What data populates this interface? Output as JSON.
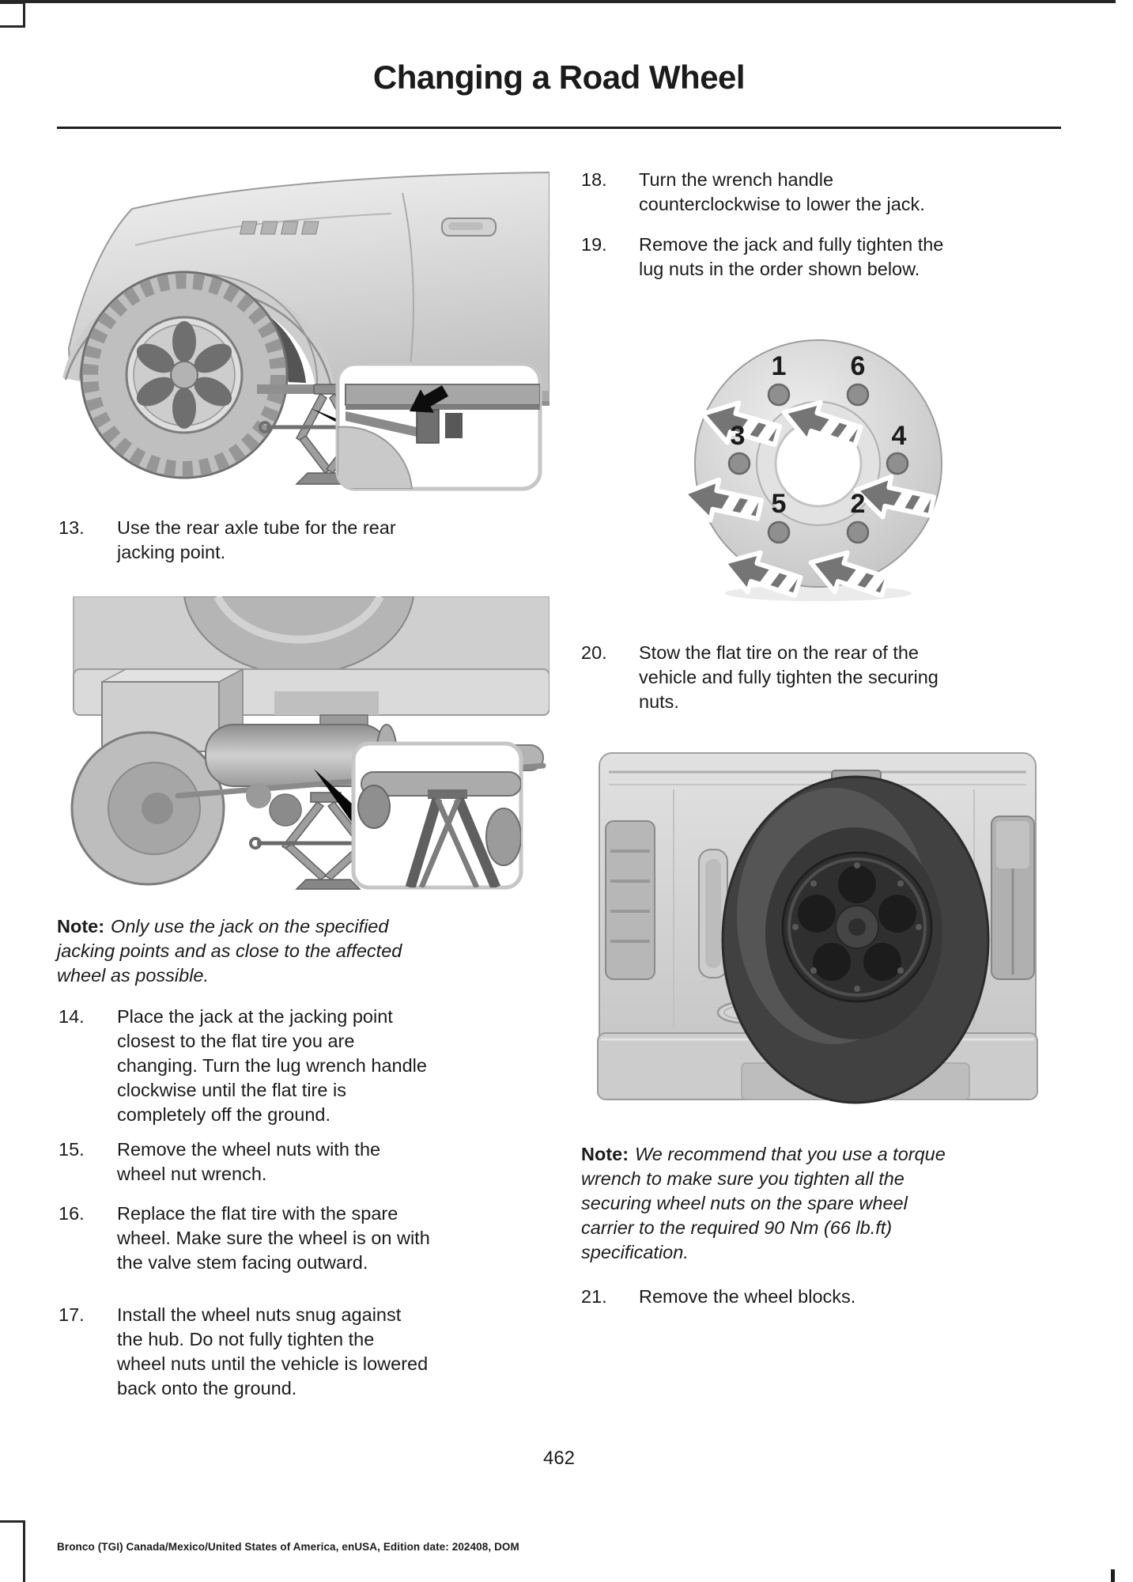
{
  "doc": {
    "title": "Changing a Road Wheel",
    "page_number": "462",
    "footer_line": "Bronco (TGI) Canada/Mexico/United States of America, enUSA, Edition date: 202408, DOM",
    "accent_black": "#1b1b1b",
    "illustration_gray": "#c6c6c6"
  },
  "left": {
    "step13": {
      "num": "13.",
      "text": "Use the rear axle tube for the rear\njacking point."
    },
    "note": {
      "label": "Note:",
      "text": "Only use the jack on the specified\njacking points and as close to the affected\nwheel as possible."
    },
    "steps": [
      {
        "num": "14.",
        "text": "Place the jack at the jacking point\nclosest to the flat tire you are\nchanging. Turn the lug wrench handle\nclockwise until the flat tire is\ncompletely off the ground."
      },
      {
        "num": "15.",
        "text": "Remove the wheel nuts with the\nwheel nut wrench."
      },
      {
        "num": "16.",
        "text": "Replace the flat tire with the spare\nwheel. Make sure the wheel is on with\nthe valve stem facing outward."
      },
      {
        "num": "17.",
        "text": "Install the wheel nuts snug against\nthe hub. Do not fully tighten the\nwheel nuts until the vehicle is lowered\nback onto the ground."
      }
    ]
  },
  "right": {
    "steps": [
      {
        "num": "18.",
        "text": "Turn the wrench handle\ncounterclockwise to lower the jack."
      },
      {
        "num": "19.",
        "text": "Remove the jack and fully tighten the\nlug nuts in the order shown below."
      }
    ],
    "lug": {
      "n1": "1",
      "n6": "6",
      "n3": "3",
      "n4": "4",
      "n5": "5",
      "n2": "2"
    },
    "step20": {
      "num": "20.",
      "text": "Stow the flat tire on the rear of the\nvehicle and fully tighten the securing\nnuts."
    },
    "note": {
      "label": "Note:",
      "text": "We recommend that you use a torque\nwrench to make sure you tighten all the\nsecuring wheel nuts on the spare wheel\ncarrier to the required 90 Nm (66 lb.ft)\nspecification."
    },
    "step21": {
      "num": "21.",
      "text": "Remove the wheel blocks."
    }
  }
}
